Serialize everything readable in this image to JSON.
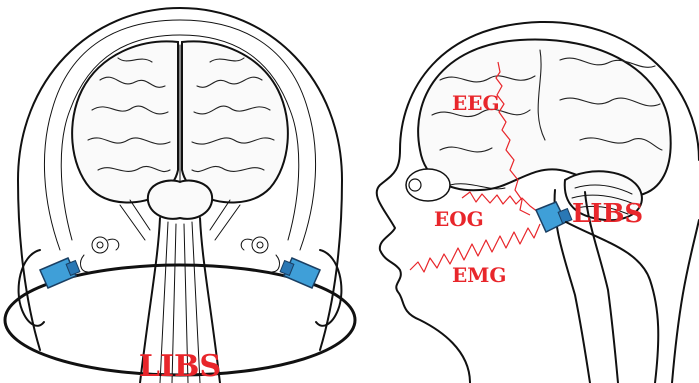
{
  "colors": {
    "accent": "#e8262b",
    "earpiece": "#3f9fd8",
    "line": "#111111"
  },
  "front_view": {
    "device_label": "LIBS"
  },
  "side_view": {
    "device_label": "LIBS",
    "signals": [
      {
        "name": "EEG"
      },
      {
        "name": "EOG"
      },
      {
        "name": "EMG"
      }
    ]
  }
}
